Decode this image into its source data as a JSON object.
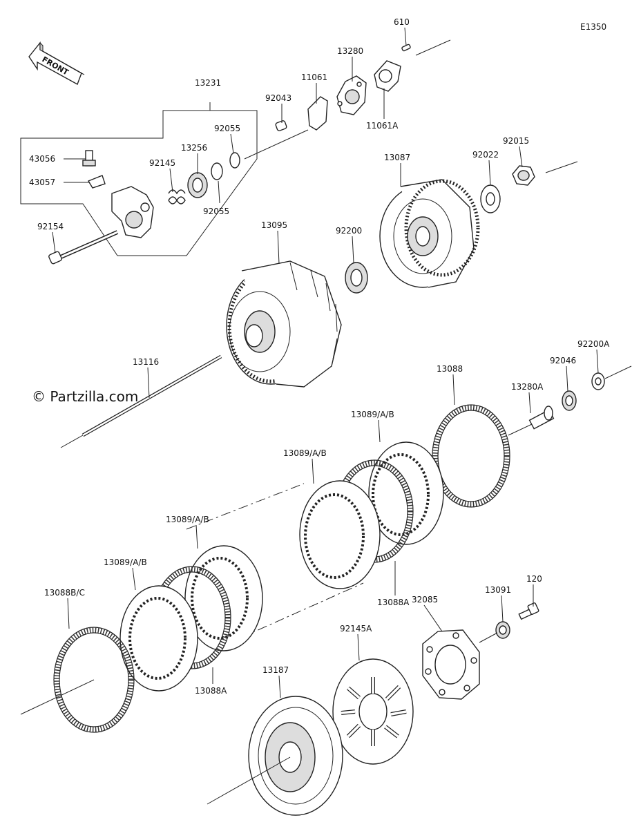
{
  "diagram_code": "E1350",
  "front_label": "FRONT",
  "watermark": "© Partzilla.com",
  "labels": [
    {
      "id": "610",
      "text": "610"
    },
    {
      "id": "13280",
      "text": "13280"
    },
    {
      "id": "11061",
      "text": "11061"
    },
    {
      "id": "92043",
      "text": "92043"
    },
    {
      "id": "11061A",
      "text": "11061A"
    },
    {
      "id": "13231",
      "text": "13231"
    },
    {
      "id": "92055a",
      "text": "92055"
    },
    {
      "id": "13256",
      "text": "13256"
    },
    {
      "id": "92145",
      "text": "92145"
    },
    {
      "id": "92055b",
      "text": "92055"
    },
    {
      "id": "43056",
      "text": "43056"
    },
    {
      "id": "43057",
      "text": "43057"
    },
    {
      "id": "92154",
      "text": "92154"
    },
    {
      "id": "92015",
      "text": "92015"
    },
    {
      "id": "92022",
      "text": "92022"
    },
    {
      "id": "13087",
      "text": "13087"
    },
    {
      "id": "92200",
      "text": "92200"
    },
    {
      "id": "13095",
      "text": "13095"
    },
    {
      "id": "92200A",
      "text": "92200A"
    },
    {
      "id": "92046",
      "text": "92046"
    },
    {
      "id": "13280A",
      "text": "13280A"
    },
    {
      "id": "13088",
      "text": "13088"
    },
    {
      "id": "13116",
      "text": "13116"
    },
    {
      "id": "13089a",
      "text": "13089/A/B"
    },
    {
      "id": "13089b",
      "text": "13089/A/B"
    },
    {
      "id": "13089c",
      "text": "13089/A/B"
    },
    {
      "id": "13089d",
      "text": "13089/A/B"
    },
    {
      "id": "13088Ba",
      "text": "13088B/C"
    },
    {
      "id": "13088Aa",
      "text": "13088A"
    },
    {
      "id": "13088Ab",
      "text": "13088A"
    },
    {
      "id": "32085",
      "text": "32085"
    },
    {
      "id": "13091",
      "text": "13091"
    },
    {
      "id": "120",
      "text": "120"
    },
    {
      "id": "92145A",
      "text": "92145A"
    },
    {
      "id": "13187",
      "text": "13187"
    }
  ]
}
